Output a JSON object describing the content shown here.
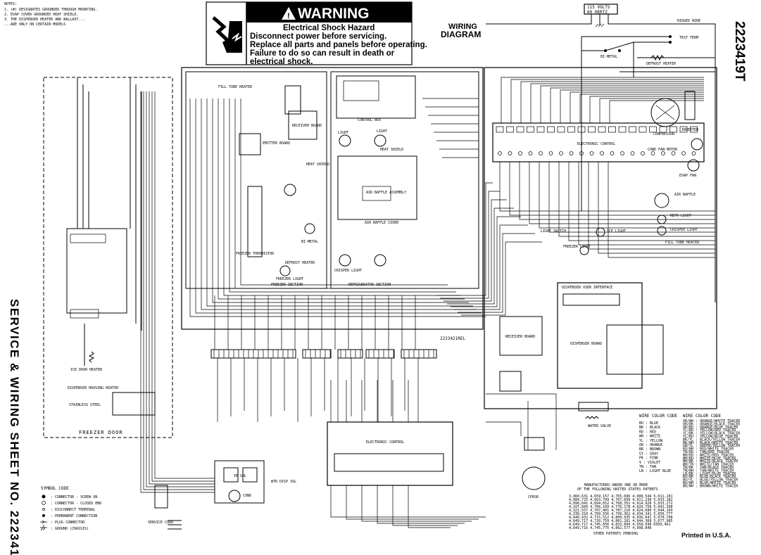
{
  "notes": {
    "title": "NOTES:",
    "lines": [
      "1. (#) DESIGNATES GROUNDED THROUGH MOUNTING.",
      "2. EVAP COVER GROUNDED HEAT SHIELD.",
      "3. THE DISPENSER HEATER AND BALLAST...",
      "   ...ARE ONLY ON CERTAIN MODELS"
    ]
  },
  "warning": {
    "header": "WARNING",
    "line1": "Electrical Shock Hazard",
    "line2": "Disconnect power before servicing.",
    "line3": "Replace all parts and panels before operating.",
    "line4": "Failure to do so can result in death or",
    "line5": "electrical shock.",
    "icon": "electrical-shock-hand-icon"
  },
  "heading": {
    "line1": "WIRING",
    "line2": "DIAGRAM"
  },
  "sheet_number_right": "2223419T",
  "sheet_title_left": "SERVICE & WIRING SHEET NO. 2223419T",
  "power": {
    "label1": "115 VOLTS",
    "label2": "60 HERTZ",
    "ridged_wire": "RIDGED WIRE"
  },
  "components": {
    "test_term": "TEST TERM",
    "bi_metal": "BI-METAL",
    "defrost_heater": "DEFROST HEATER",
    "compressor": "COMPRESSOR",
    "inverter": "INVERTER",
    "cond_fan_motor": "COND FAN MOTOR",
    "evap_fan": "EVAP FAN",
    "air_baffle": "AIR BAFFLE",
    "refr_light": "REFR LIGHT",
    "crisper_light": "CRISPER LIGHT",
    "light_switch": "LIGHT SWITCH",
    "ice_light": "ICE LIGHT",
    "freezer_light": "FREEZER LIGHT",
    "fill_tube_heater": "FILL TUBE HEATER",
    "water_valve": "WATER VALVE",
    "dispenser_board": "DISPENSER BOARD",
    "receiver_board": "RECEIVER BOARD",
    "electronic_control": "ELECTRONIC CONTROL",
    "control_box": "CONTROL BOX",
    "light": "LIGHT",
    "heat_shield": "HEAT SHIELD",
    "air_baffle_assembly": "AIR BAFFLE ASSEMBLY",
    "air_baffle_cover": "AIR BAFFLE COVER",
    "freezer_section": "FREEZER SECTION",
    "refrigerator_section": "REFRIGERATOR SECTION",
    "freezer_door": "FREEZER DOOR",
    "ice_door_heater": "ICE DOOR HEATER",
    "dispenser_housing_heater": "DISPENSER HOUSING HEATER",
    "stainless_steel": "STAINLESS STEEL",
    "dispenser_interface": "DISPENSER USER INTERFACE",
    "emitter_board": "EMITTER BOARD",
    "freezer_thermistor": "FREEZER THERMISTOR",
    "cond": "COND",
    "cprsr": "CPRSR",
    "part_no": "2223421REL",
    "service_cord": "SERVICE CORD",
    "im_sol": "IM SOL",
    "wtr_disp_sol": "WTR DISP SOL"
  },
  "symbol_code": {
    "title": "SYMBOL CODE",
    "items": [
      {
        "icon": "connector-screw-on-icon",
        "label": ": CONNECTOR - SCREW ON"
      },
      {
        "icon": "connector-closed-end-icon",
        "label": ": CONNECTOR - CLOSED END"
      },
      {
        "icon": "disconnect-terminal-icon",
        "label": ": DISCONNECT TERMINAL"
      },
      {
        "icon": "permanent-connection-icon",
        "label": ": PERMANENT CONNECTION"
      },
      {
        "icon": "plug-connector-icon",
        "label": ": PLUG CONNECTOR"
      },
      {
        "icon": "ground-icon",
        "label": ": GROUND (CHASSIS)"
      }
    ]
  },
  "wire_color_code": {
    "title": "WIRE COLOR CODE",
    "basic": [
      "BU : BLUE",
      "BK : BLACK",
      "RD : RED",
      "WH : WHITE",
      "YL : YELLOW",
      "OR : ORANGE",
      "BR : BROWN",
      "GY : GRAY",
      "PK : PINK",
      "V : VIOLET",
      "TN : TAN",
      "LB : LIGHT BLUE"
    ],
    "tracer": [
      "OR/WH : ORANGE/WHITE TRACER",
      "OR/BK : ORANGE/BLACK TRACER",
      "OR/BU : ORANGE/BLUE TRACER",
      "YL/RD : YELLOW/RED TRACER",
      "YL/BK : YELLOW/BLACK TRACER",
      "YL/BU : YELLOW/BLUE TRACER",
      "BK/YL : BLACK/YELLOW TRACER",
      "BK/WH : BLACK/WHITE TRACER",
      "GN/YL : GREEN/YELLOW TRACER",
      "RD/WH : RED/WHITE TRACER",
      "TN/RD : TAN/RED TRACER",
      "WH/RD : WHITE/RED TRACER",
      "WH/BU : WHITE/BLUE TRACER",
      "WH/BK : WHITE/BLACK TRACER",
      "WH/TN : WHITE/TAN TRACER",
      "TN/BK : TAN/BLACK TRACER",
      "TN/WH : TAN/WHITE TRACER",
      "LB/BK : LIGHT/BLUE TRACER",
      "BU/BK : BLUE/BLACK TRACER",
      "BU/YL : BLUE/YELLOW TRACER",
      "BU/WH : BLUE/WHITE TRACER",
      "BR/WH : BROWN/WHITE TRACER"
    ]
  },
  "patents": {
    "heading1": "MANUFACTURED UNDER ONE OR MORE",
    "heading2": "OF THE FOLLOWING UNITED STATES PATENTS",
    "rows": [
      "3,960,631 4,659,157 4,765,696 4,908,544 5,011,101",
      "4,084,725 4,663,709 4,767,699 4,911,238 5,033,182",
      "4,090,641 4,694,652 4,768,352 4,914,928 5,033,272",
      "4,107,660 4,706,169 4,776,178 4,920,758 5,042,398",
      "4,321,557 4,707,401 4,787,216 4,924,680 5,044,169",
      "4,330,310 4,709,556 4,799,362 4,934,341 5,056,777",
      "4,640,432 4,715,512 4,800,935 4,936,641 5,070,708",
      "4,649,717 4,720,759 4,801,181 4,944,368 5,077,985",
      "4,649,717 4,745,656 4,833,894 4,958,698 D309,461",
      "4,649,716 4,745,775 4,862,577 4,998,848"
    ],
    "pending": "OTHER PATENTS PENDING"
  },
  "printed": "Printed in U.S.A."
}
